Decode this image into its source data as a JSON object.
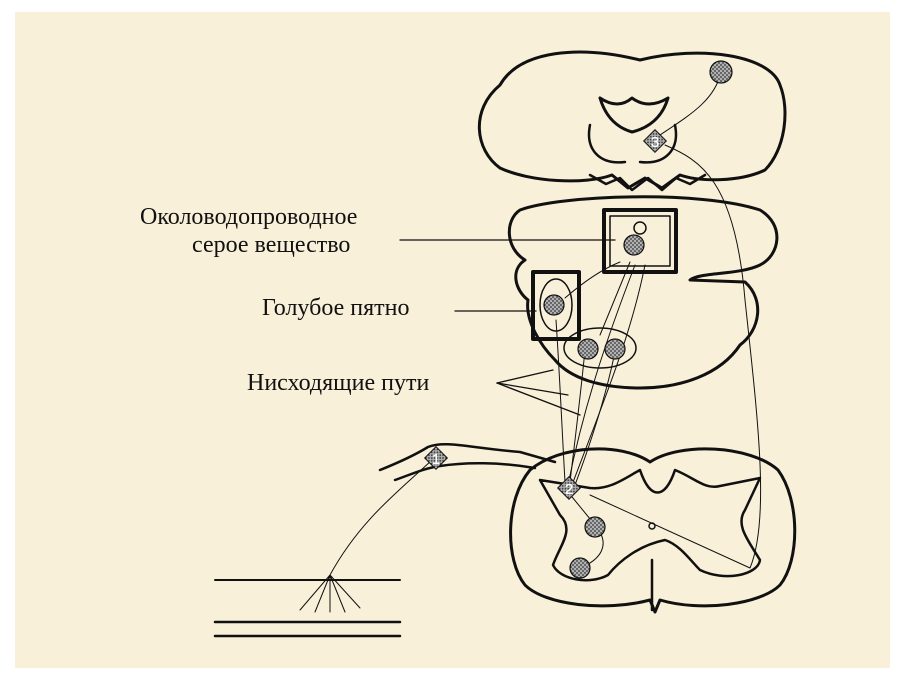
{
  "colors": {
    "background": "#f9f0da",
    "frame": "#ffffff",
    "line": "#111111",
    "nucleus_fill": "#8a8a8a"
  },
  "labels": {
    "periaqueductal_line1": "Околоводопроводное",
    "periaqueductal_line2": "серое вещество",
    "locus_coeruleus": "Голубое пятно",
    "descending_paths": "Нисходящие пути"
  },
  "markers": {
    "neuron_1": "1",
    "neuron_2": "2",
    "neuron_3": "3"
  }
}
